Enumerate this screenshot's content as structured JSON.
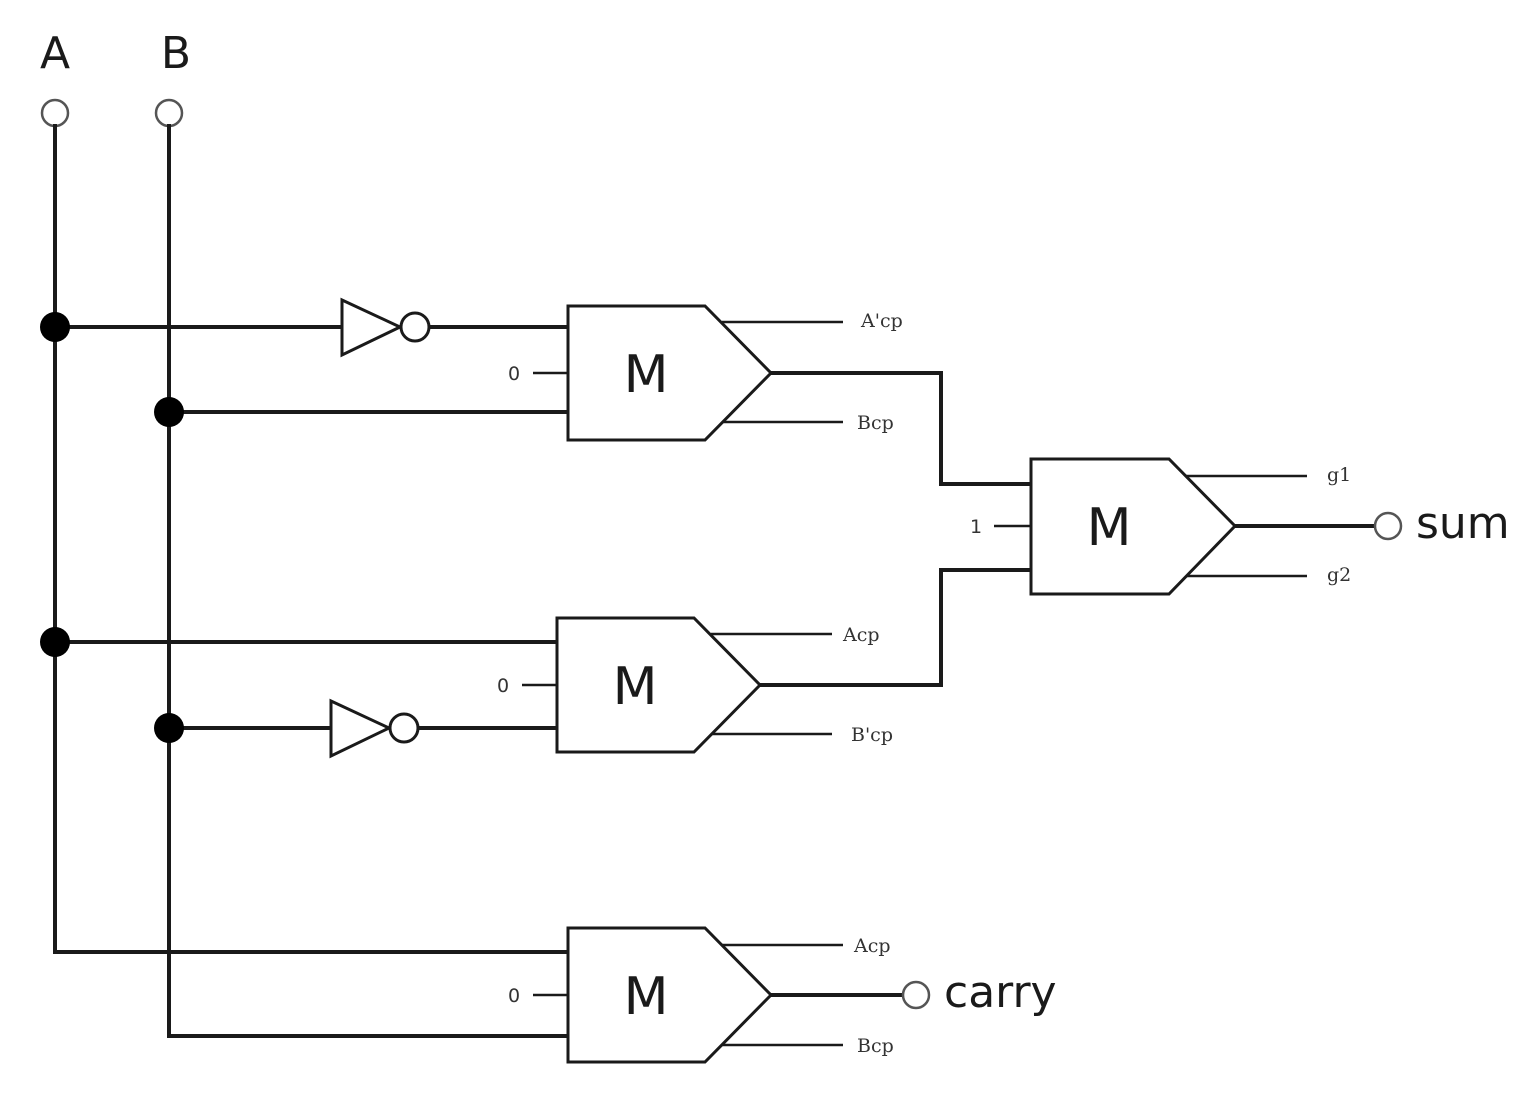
{
  "inputs": {
    "a": "A",
    "b": "B"
  },
  "gates": {
    "m1": {
      "label": "M",
      "const": "0",
      "out_top": "A'cp",
      "out_bottom": "Bcp"
    },
    "m2": {
      "label": "M",
      "const": "0",
      "out_top": "Acp",
      "out_bottom": "B'cp"
    },
    "m3": {
      "label": "M",
      "const": "1",
      "out_top": "g1",
      "out_bottom": "g2"
    },
    "m4": {
      "label": "M",
      "const": "0",
      "out_top": "Acp",
      "out_bottom": "Bcp"
    }
  },
  "outputs": {
    "sum": "sum",
    "carry": "carry"
  },
  "colors": {
    "line": "#1a1a1a",
    "terminal": "#555555",
    "junction": "#000000"
  }
}
